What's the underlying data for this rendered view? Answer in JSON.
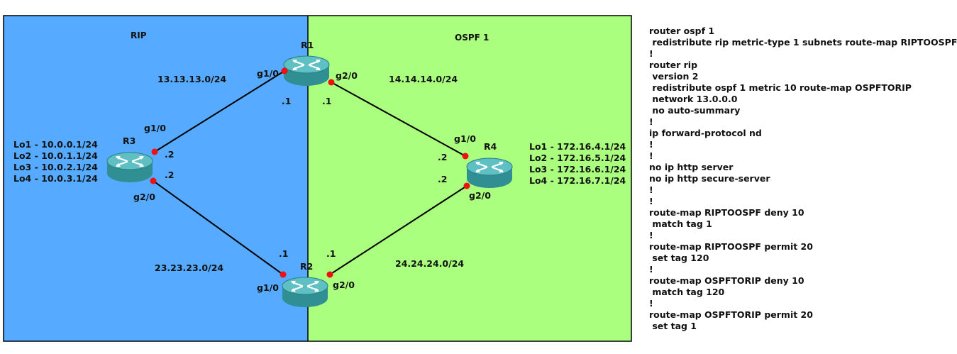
{
  "zones": {
    "left": {
      "label": "RIP",
      "color": "#56aaff"
    },
    "right": {
      "label": "OSPF 1",
      "color": "#aaff7f"
    }
  },
  "routers": {
    "r1": {
      "name": "R1"
    },
    "r2": {
      "name": "R2"
    },
    "r3": {
      "name": "R3",
      "loopbacks": [
        "Lo1 - 10.0.0.1/24",
        "Lo2 - 10.0.1.1/24",
        "Lo3 - 10.0.2.1/24",
        "Lo4 - 10.0.3.1/24"
      ]
    },
    "r4": {
      "name": "R4",
      "loopbacks": [
        "Lo1 - 172.16.4.1/24",
        "Lo2 - 172.16.5.1/24",
        "Lo3 - 172.16.6.1/24",
        "Lo4 - 172.16.7.1/24"
      ]
    }
  },
  "links": {
    "r1_r3": {
      "network": "13.13.13.0/24",
      "r1_if": "g1/0",
      "r1_host": ".1",
      "r3_if": "g1/0",
      "r3_host": ".2"
    },
    "r1_r4": {
      "network": "14.14.14.0/24",
      "r1_if": "g2/0",
      "r1_host": ".1",
      "r4_if": "g1/0",
      "r4_host": ".2"
    },
    "r2_r3": {
      "network": "23.23.23.0/24",
      "r2_if": "g1/0",
      "r2_host": ".1",
      "r3_if": "g2/0",
      "r3_host": ".2"
    },
    "r2_r4": {
      "network": "24.24.24.0/24",
      "r2_if": "g2/0",
      "r2_host": ".1",
      "r4_if": "g2/0",
      "r4_host": ".2"
    }
  },
  "colors": {
    "link": "#000000",
    "port": "#ee1111",
    "router_body": "#2f8f93",
    "router_top": "#5fc0c4"
  },
  "config": [
    "router ospf 1",
    " redistribute rip metric-type 1 subnets route-map RIPTOOSPF",
    "!",
    "router rip",
    " version 2",
    " redistribute ospf 1 metric 10 route-map OSPFTORIP",
    " network 13.0.0.0",
    " no auto-summary",
    "!",
    "ip forward-protocol nd",
    "!",
    "!",
    "no ip http server",
    "no ip http secure-server",
    "!",
    "!",
    "route-map RIPTOOSPF deny 10",
    " match tag 1",
    "!",
    "route-map RIPTOOSPF permit 20",
    " set tag 120",
    "!",
    "route-map OSPFTORIP deny 10",
    " match tag 120",
    "!",
    "route-map OSPFTORIP permit 20",
    " set tag 1"
  ]
}
